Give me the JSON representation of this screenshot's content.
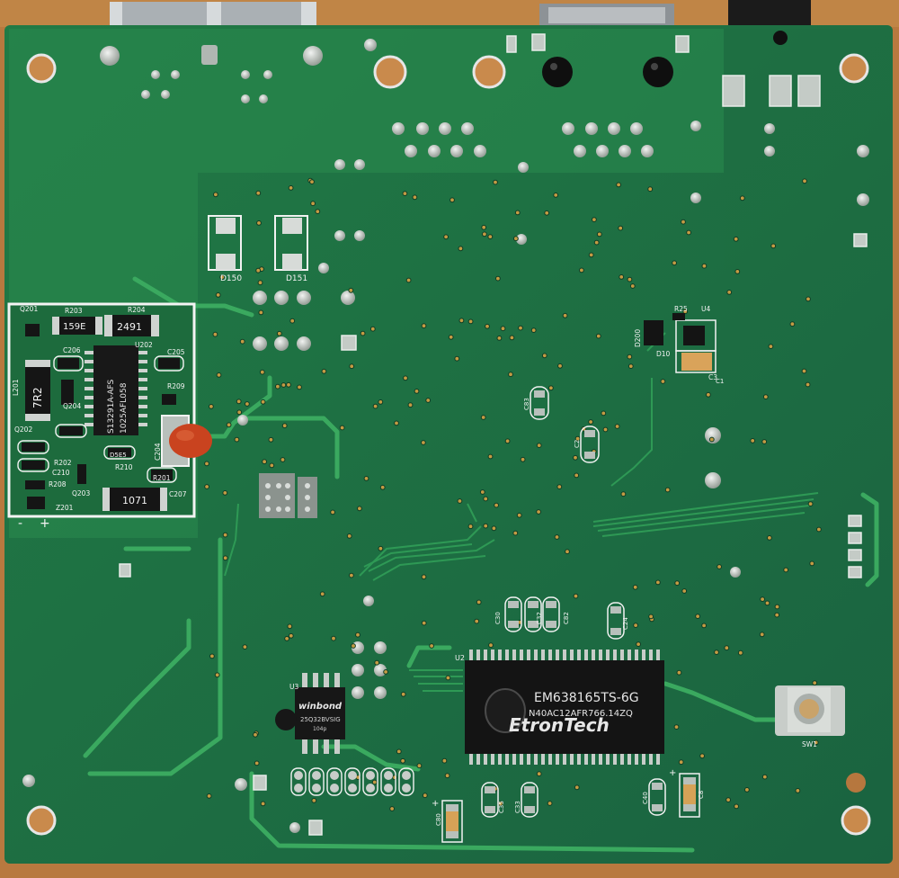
{
  "colors": {
    "wood": "#b8793f",
    "board": "#1f6b3e",
    "board_dark": "#17573a",
    "board_light": "#2f8a52",
    "trace": "#37a55c",
    "pad": "#c9cfc9",
    "chip": "#141414",
    "silk": "#f2f2f2"
  },
  "labels": {
    "d150": "D150",
    "d151": "D151",
    "q201": "Q201",
    "r203": "R203",
    "r204": "R204",
    "r203_code": "159E",
    "r204_code": "2491",
    "c206": "C206",
    "u202": "U202",
    "c205": "C205",
    "u202_top": "S13291A-AFS",
    "u202_bottom": "1025AFL058",
    "r213": "7R2",
    "l201": "L201",
    "r209": "R209",
    "q204": "Q204",
    "q202": "Q202",
    "c204": "C204",
    "r202": "R202",
    "c210": "C210",
    "r208": "R208",
    "q203": "Q203",
    "r210": "R210",
    "r210_code": "D5E5",
    "r201": "R201",
    "c207": "C207",
    "z201": "Z201",
    "r201_code": "1071",
    "minus": "-",
    "plus": "+",
    "d200": "D200",
    "r25": "R25",
    "u4": "U4",
    "d10": "D10",
    "c3": "C3",
    "c83": "C83",
    "c2": "C2",
    "c30": "C30",
    "c32": "C32",
    "c82": "C82",
    "c24": "C24",
    "u2": "U2",
    "u3": "U3",
    "u3_brand": "winbond",
    "u3_part": "25Q32BVSIG",
    "u3_lot": "104p",
    "u2_part": "EM638165TS-6G",
    "u2_lot": "N40AC12AFR766.14ZQ",
    "u2_brand": "EtronTech",
    "sw1": "SW1",
    "c80": "C80",
    "c35": "C35",
    "c33": "C33",
    "c40": "C40",
    "c8": "C8",
    "c1": "C1"
  }
}
